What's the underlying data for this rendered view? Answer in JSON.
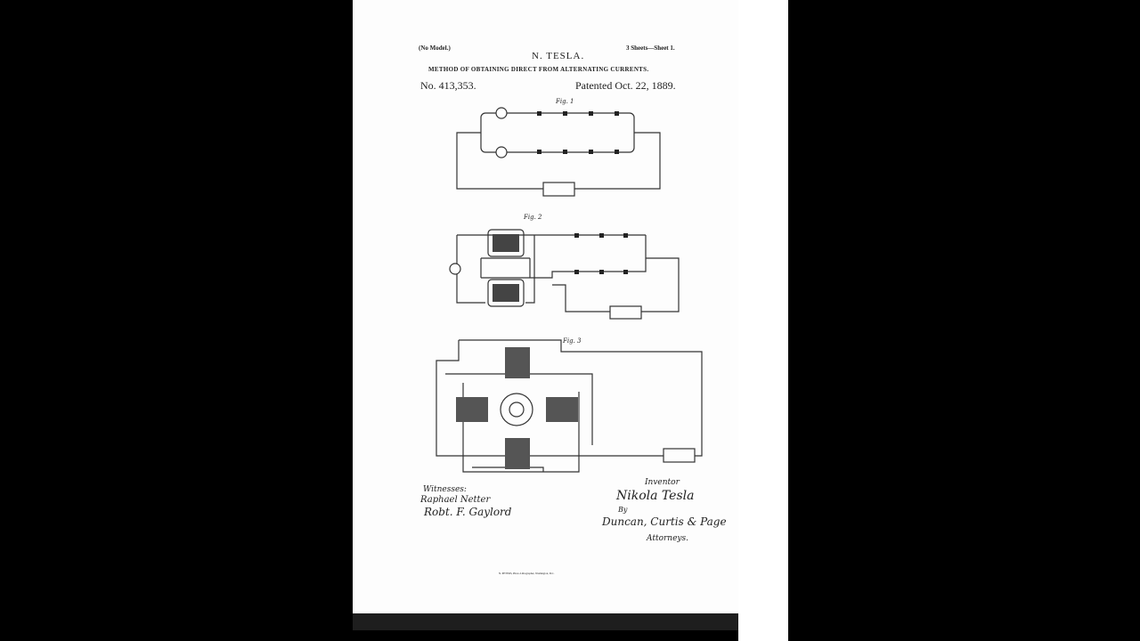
{
  "header": {
    "model": "(No Model.)",
    "sheets": "3 Sheets—Sheet 1.",
    "inventor_name": "N. TESLA.",
    "title": "METHOD OF OBTAINING DIRECT FROM ALTERNATING CURRENTS.",
    "patent_number": "No. 413,353.",
    "patent_date": "Patented Oct. 22, 1889."
  },
  "figures": [
    "Fig. 1",
    "Fig. 2",
    "Fig. 3"
  ],
  "signatures": {
    "witnesses_label": "Witnesses:",
    "witness_1": "Raphael Netter",
    "witness_2": "Robt. F. Gaylord",
    "inventor_label": "Inventor",
    "inventor": "Nikola Tesla",
    "by": "By",
    "attorneys": "Duncan, Curtis & Page",
    "attorneys_label": "Attorneys."
  },
  "footer": "N. PETERS, Photo-Lithographer, Washington, D.C."
}
